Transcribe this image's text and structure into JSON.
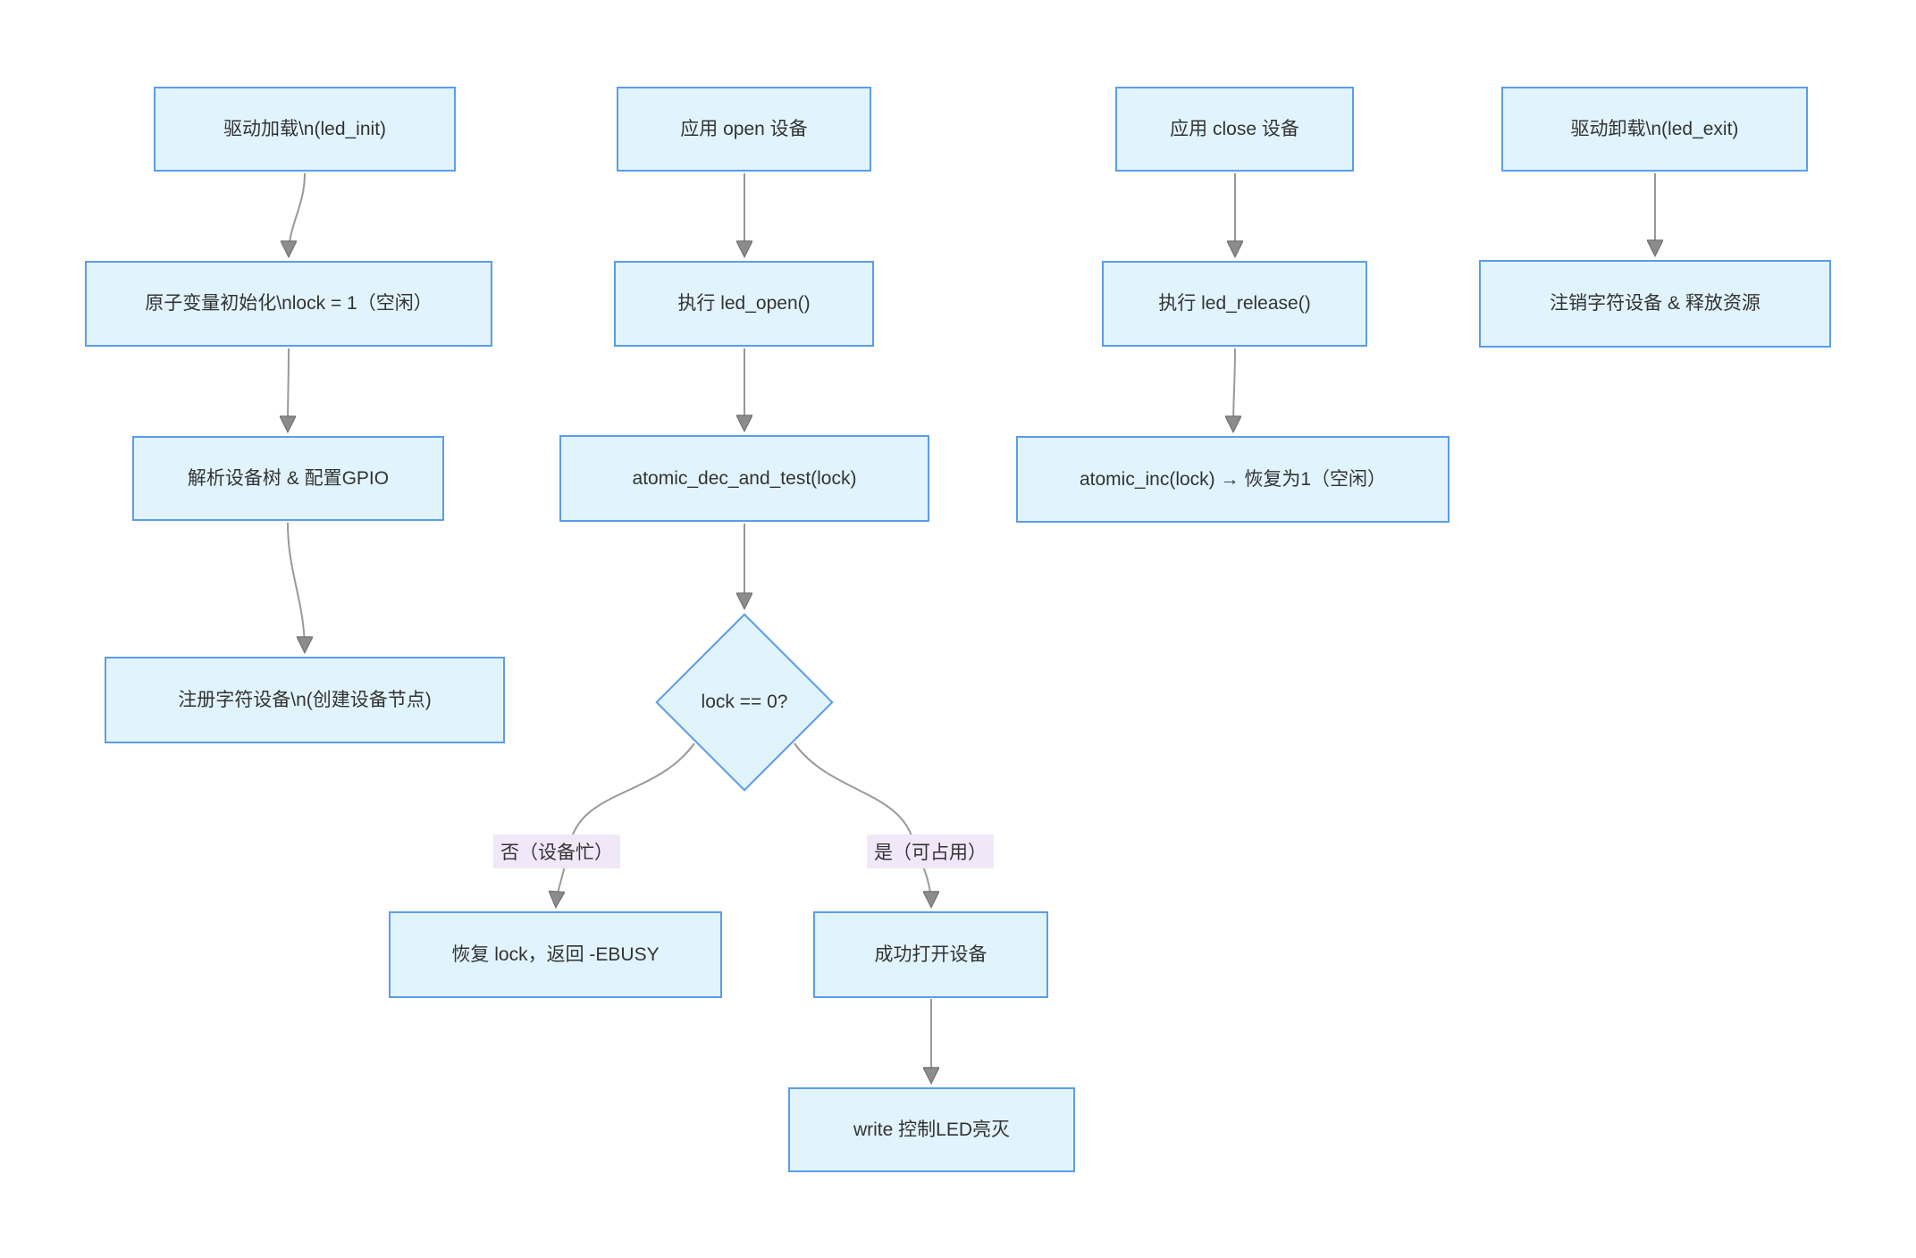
{
  "diagram": {
    "type": "flowchart-top-down",
    "colors": {
      "node_fill": "#E1F4FD",
      "node_stroke": "#5C9CEB",
      "edge_line": "#999999",
      "arrowhead": "#8C8C8C",
      "edge_label_bg": "#F0E8F9",
      "text": "#333333",
      "background": "#FFFFFF"
    },
    "nodes": {
      "a1": {
        "label": "驱动加载\\n(led_init)"
      },
      "a2": {
        "label": "原子变量初始化\\nlock = 1（空闲）"
      },
      "a3": {
        "label": "解析设备树 & 配置GPIO"
      },
      "a4": {
        "label": "注册字符设备\\n(创建设备节点)"
      },
      "b1": {
        "label": "应用 open 设备"
      },
      "b2": {
        "label": "执行 led_open()"
      },
      "b3": {
        "label": "atomic_dec_and_test(lock)"
      },
      "dec": {
        "label": "lock == 0?"
      },
      "b4": {
        "label": "恢复 lock，返回 -EBUSY"
      },
      "b5": {
        "label": "成功打开设备"
      },
      "b6": {
        "label": "write 控制LED亮灭"
      },
      "c1": {
        "label": "应用 close 设备"
      },
      "c2": {
        "label": "执行 led_release()"
      },
      "c3": {
        "label": "atomic_inc(lock) → 恢复为1（空闲）"
      },
      "d1": {
        "label": "驱动卸载\\n(led_exit)"
      },
      "d2": {
        "label": "注销字符设备 & 释放资源"
      }
    },
    "edge_labels": {
      "no": "否（设备忙）",
      "yes": "是（可占用）"
    }
  }
}
